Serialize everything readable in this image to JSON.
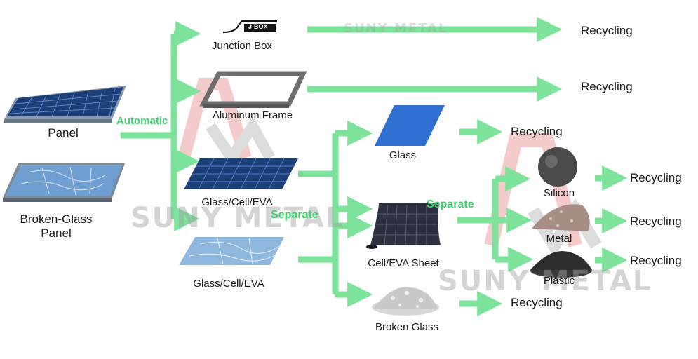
{
  "colors": {
    "arrow": "#7de39a",
    "label_green": "#3fcf6b",
    "watermark": "#9c9c9c",
    "logo": "#e06a6a",
    "glass_blue": "#2e6fd1"
  },
  "inputs": {
    "panel": "Panel",
    "broken_panel": "Broken-Glass\nPanel"
  },
  "steps": {
    "automatic": "Automatic",
    "separate_1": "Separate",
    "separate_2": "Separate"
  },
  "components": {
    "junction_box": "Junction Box",
    "junction_box_tag": "J-BOX",
    "aluminum_frame": "Aluminum Frame",
    "glass_cell_eva_1": "Glass/Cell/EVA",
    "glass_cell_eva_2": "Glass/Cell/EVA",
    "glass": "Glass",
    "cell_eva_sheet": "Cell/EVA Sheet",
    "broken_glass": "Broken Glass",
    "silicon": "Silicon",
    "metal": "Metal",
    "plastic": "Plastic"
  },
  "outputs": {
    "recycling_1": "Recycling",
    "recycling_2": "Recycling",
    "recycling_3": "Recycling",
    "recycling_4": "Recycling",
    "recycling_5": "Recycling",
    "recycling_6": "Recycling",
    "recycling_7": "Recycling"
  },
  "watermark": {
    "text_1": "SUNY METAL",
    "text_2": "SUNY METAL",
    "text_3": "SUNY METAL"
  }
}
